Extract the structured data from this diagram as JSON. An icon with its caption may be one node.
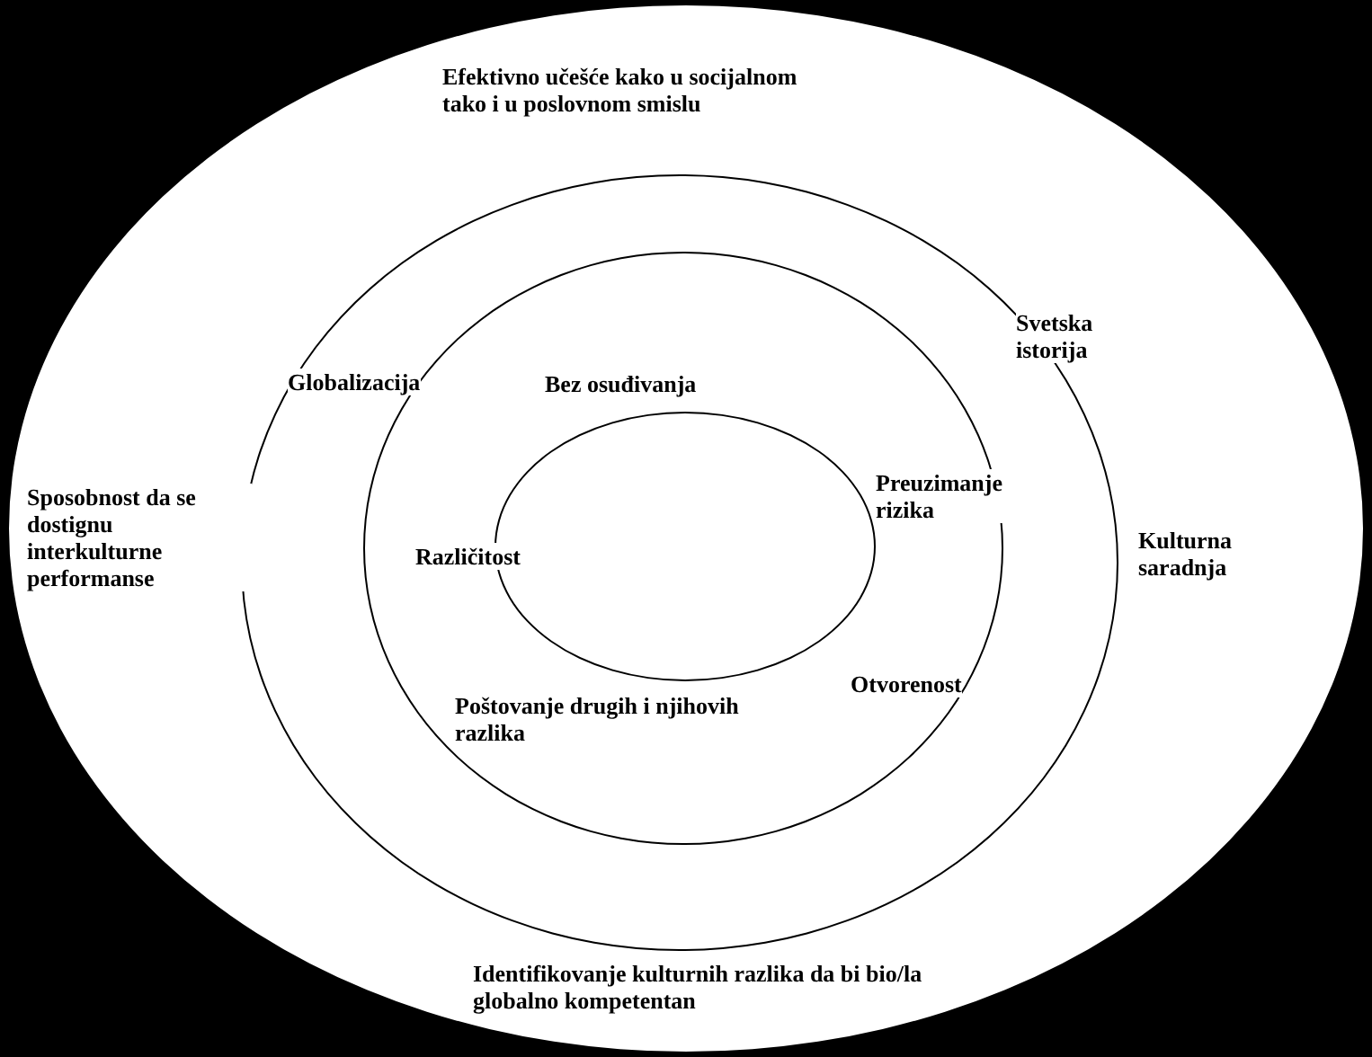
{
  "diagram": {
    "nodes": [
      {
        "text": [
          "Efektivno učešće kako u socijalnom tako i u poslovnom smislu",
          "Sposobnost da se dostignu interkulturne performanse",
          "Kulturna saradnja",
          "Identifikovanje kulturnih razlika da bi bio/la globalno kompetentan"
        ]
      },
      {
        "text": [
          "Globalizacija",
          "Svetska istorija"
        ],
        "in": 0
      },
      {
        "text": [
          "Bez osuđivanja",
          "Preuzimanje rizika",
          "Različitost",
          "Poštovanje drugih i njihovih razlika",
          "Otvorenost"
        ],
        "in": 1
      },
      {
        "text": [],
        "shape": "circle",
        "in": 2
      }
    ],
    "edges": []
  }
}
